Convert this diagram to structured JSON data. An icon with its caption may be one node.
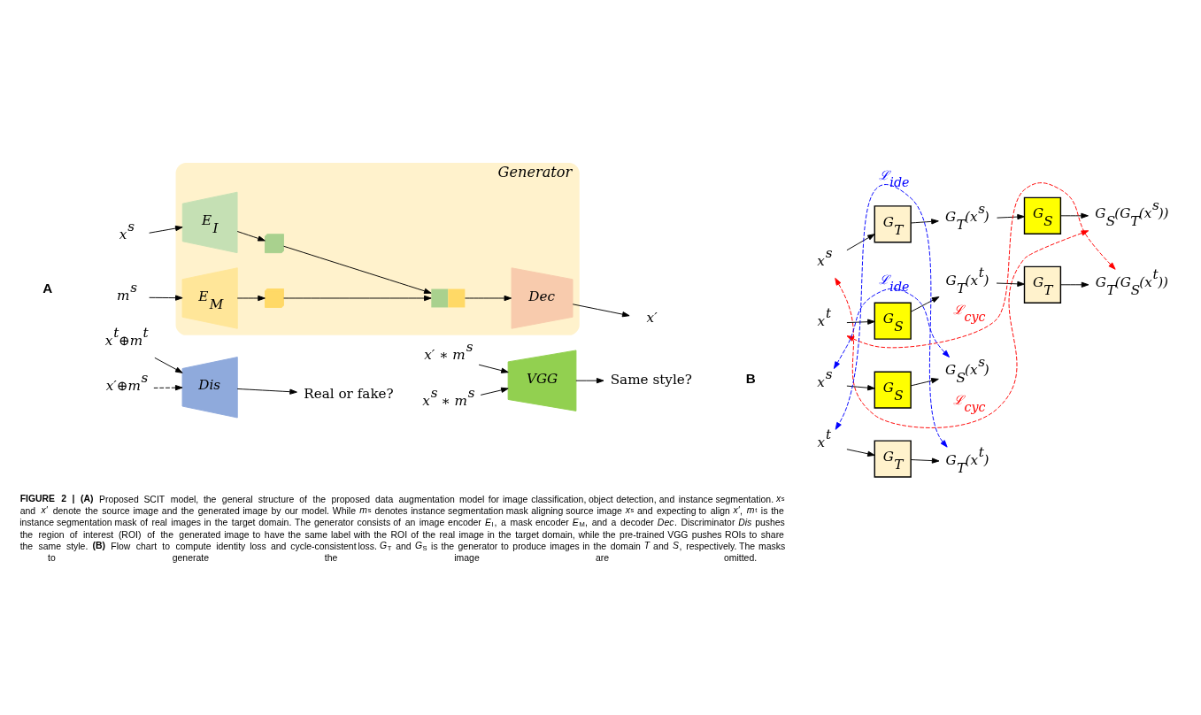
{
  "diagram": {
    "caption": "**FIGURE 2 | (A)** Proposed SCIT model, the general structure of the proposed data augmentation model for image classification, object detection, and instance segmentation. *x*$^{s}$ and *x′* denote the source image and the generated image by our model. While *m*$^{s}$ denotes instance segmentation mask aligning source image *x*$^{s}$ and expecting to align *x′*, *m*$^{t}$ is the instance segmentation mask of real images in the target domain. The generator consists of an image encoder *E*$_{I}$, a mask encoder *E*$_{M}$, and a decoder *Dec*. Discriminator *Dis* pushes the region of interest (ROI) of the generated image to have the same label with the ROI of the real image in the target domain, while the pre-trained VGG pushes ROIs to share the same style. **(B)** Flow chart to compute identity loss and cycle-consistent loss. *G*$_{T}$ and *G*$_{S}$ is the generator to produce images in the domain *T* and *S*, respectively. The masks to generate the image are omitted.",
    "nodes": [
      {
        "text": [
          "Generator"
        ]
      },
      {
        "text": [
          "x$^{s}$"
        ]
      },
      {
        "text": [
          "m$^{s}$"
        ]
      },
      {
        "text": [
          "E$_{I}$"
        ],
        "in": 0
      },
      {
        "text": [
          "E$_{M}$"
        ],
        "in": 0
      },
      {
        "text": [],
        "shape": "box",
        "in": 0
      },
      {
        "text": [],
        "shape": "box",
        "in": 0
      },
      {
        "text": [],
        "shape": "box",
        "in": 0
      },
      {
        "text": [
          "Dec"
        ],
        "in": 0
      },
      {
        "text": [
          "x′"
        ]
      },
      {
        "text": [
          "x$^{t}$⊕m$^{t}$"
        ]
      },
      {
        "text": [
          "x′⊕m$^{s}$"
        ]
      },
      {
        "text": [
          "Dis"
        ]
      },
      {
        "text": [
          "Real or fake?"
        ]
      },
      {
        "text": [
          "x$^{s}$ ∗ m$^{s}$"
        ]
      },
      {
        "text": [
          "x′ ∗ m$^{s}$"
        ]
      },
      {
        "text": [
          "VGG"
        ]
      },
      {
        "text": [
          "Same style?"
        ]
      },
      {
        "text": [
          "x$^{s}$"
        ]
      },
      {
        "text": [
          "G$_{T}$"
        ]
      },
      {
        "text": [
          "G$_{T}$(x$^{s}$)"
        ]
      },
      {
        "text": [
          "G$_{S}$"
        ]
      },
      {
        "text": [
          "G$_{S}$(G$_{T}$(x$^{s}$))"
        ]
      },
      {
        "text": [
          "x$^{t}$"
        ]
      },
      {
        "text": [
          "G$_{S}$"
        ]
      },
      {
        "text": [
          "G$_{T}$(x$^{t}$)"
        ]
      },
      {
        "text": [
          "G$_{T}$"
        ]
      },
      {
        "text": [
          "G$_{T}$(G$_{S}$(x$^{t}$))"
        ]
      },
      {
        "text": [
          "x$^{s}$"
        ]
      },
      {
        "text": [
          "G$_{S}$"
        ]
      },
      {
        "text": [
          "G$_{S}$(x$^{s}$)"
        ]
      },
      {
        "text": [
          "x$^{t}$"
        ]
      },
      {
        "text": [
          "G$_{T}$"
        ]
      },
      {
        "text": [
          "G$_{T}$(x$^{t}$)"
        ]
      }
    ],
    "edges": [
      {
        "from": 1,
        "to": 3,
        "arrow": "to"
      },
      {
        "from": 3,
        "to": 5,
        "arrow": "to"
      },
      {
        "from": 5,
        "to": 7,
        "arrow": "to"
      },
      {
        "from": 2,
        "to": 4,
        "arrow": "to"
      },
      {
        "from": 4,
        "to": 6,
        "arrow": "to"
      },
      {
        "from": 6,
        "to": 7,
        "arrow": "to"
      },
      {
        "from": 7,
        "to": 8,
        "arrow": "to"
      },
      {
        "from": 8,
        "to": 9,
        "arrow": "to"
      },
      {
        "from": 10,
        "to": 12,
        "arrow": "to"
      },
      {
        "from": 11,
        "to": 12,
        "arrow": "to",
        "style": "dashed"
      },
      {
        "from": 12,
        "to": 13,
        "arrow": "to"
      },
      {
        "from": 14,
        "to": 16,
        "arrow": "to"
      },
      {
        "from": 15,
        "to": 16,
        "arrow": "to"
      },
      {
        "from": 16,
        "to": 17,
        "arrow": "to"
      },
      {
        "from": 18,
        "to": 19,
        "arrow": "to"
      },
      {
        "from": 19,
        "to": 20,
        "arrow": "to"
      },
      {
        "from": 20,
        "to": 21,
        "arrow": "to"
      },
      {
        "from": 21,
        "to": 22,
        "arrow": "to"
      },
      {
        "from": 23,
        "to": 24,
        "arrow": "to"
      },
      {
        "from": 24,
        "to": 25,
        "arrow": "to"
      },
      {
        "from": 25,
        "to": 26,
        "arrow": "to"
      },
      {
        "from": 26,
        "to": 27,
        "arrow": "to"
      },
      {
        "from": 22,
        "to": 18,
        "arrow": "both",
        "style": "dashed",
        "color": "#ff0000",
        "label": "ℒ$_{cyc}$"
      },
      {
        "from": 27,
        "to": 23,
        "arrow": "both",
        "style": "dashed",
        "color": "#ff0000",
        "label": "ℒ$_{cyc}$"
      },
      {
        "from": 28,
        "to": 29,
        "arrow": "to"
      },
      {
        "from": 29,
        "to": 30,
        "arrow": "to"
      },
      {
        "from": 31,
        "to": 32,
        "arrow": "to"
      },
      {
        "from": 32,
        "to": 33,
        "arrow": "to"
      },
      {
        "from": 30,
        "to": 28,
        "arrow": "both",
        "style": "dashed",
        "color": "#0000ff",
        "label": "ℒ$_{ide}$"
      },
      {
        "from": 33,
        "to": 31,
        "arrow": "both",
        "style": "dashed",
        "color": "#0000ff",
        "label": "ℒ$_{ide}$"
      }
    ],
    "labels": [
      "A",
      "B"
    ]
  }
}
